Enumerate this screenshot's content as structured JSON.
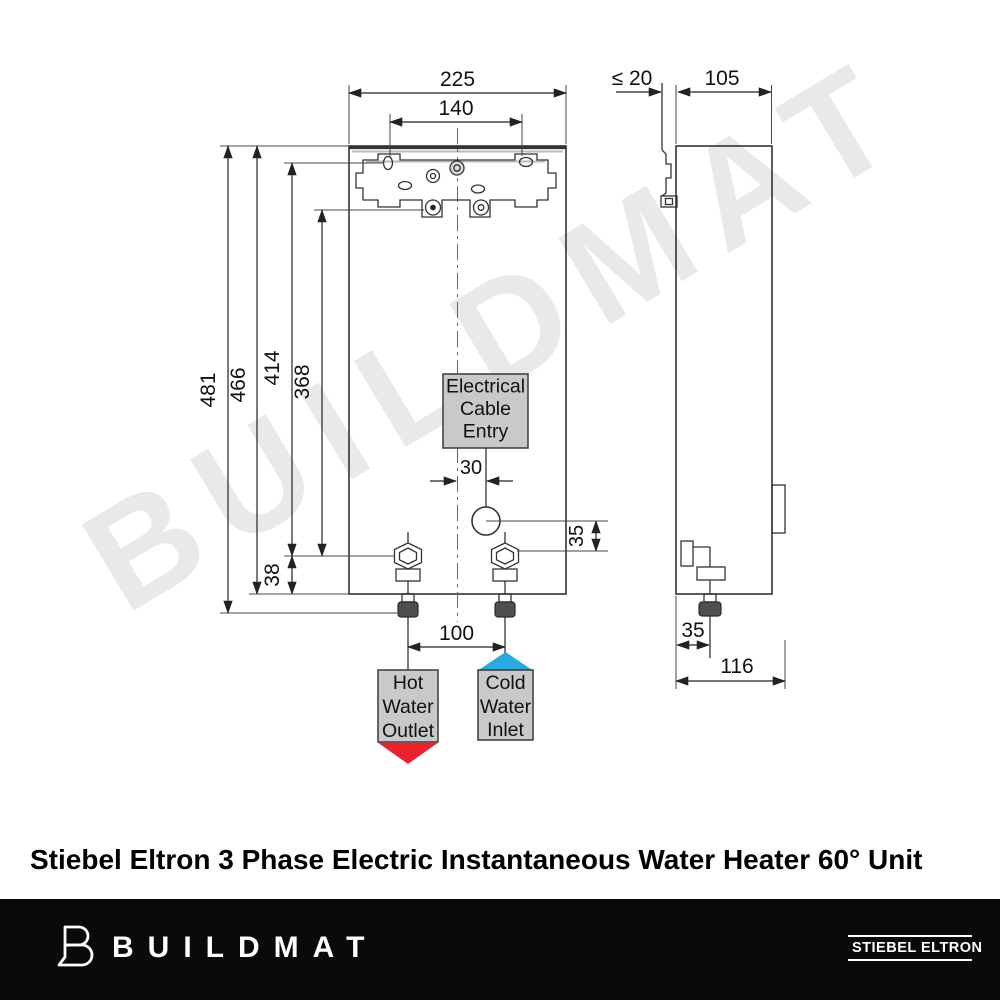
{
  "watermark": "BUILDMAT",
  "title": "Stiebel Eltron 3 Phase Electric Instantaneous Water Heater 60° Unit",
  "front": {
    "dims": {
      "width": "225",
      "bracket_hole_spacing": "140",
      "total_height": "481",
      "body_height": "466",
      "hole_to_pipe": "414",
      "screw_to_pipe": "368",
      "pipe_to_bottom": "38",
      "cable_offset": "30",
      "cable_to_pipe": "35",
      "pipe_spacing": "100"
    },
    "labels": {
      "cable_entry": [
        "Electrical",
        "Cable",
        "Entry"
      ],
      "hot_outlet": [
        "Hot",
        "Water",
        "Outlet"
      ],
      "cold_inlet": [
        "Cold",
        "Water",
        "Inlet"
      ]
    }
  },
  "side": {
    "dims": {
      "wall_clearance": "≤ 20",
      "depth": "105",
      "pipe_offset": "35",
      "total_depth": "116"
    }
  },
  "colors": {
    "hot": "#e8232e",
    "cold": "#2aa9e0",
    "label_bg": "#c9c9c9",
    "watermark": "#e9e9e9",
    "footer_bg": "#0a0a0a"
  },
  "footer": {
    "brand": "BUILDMAT",
    "badge": "STIEBEL ELTRON"
  }
}
